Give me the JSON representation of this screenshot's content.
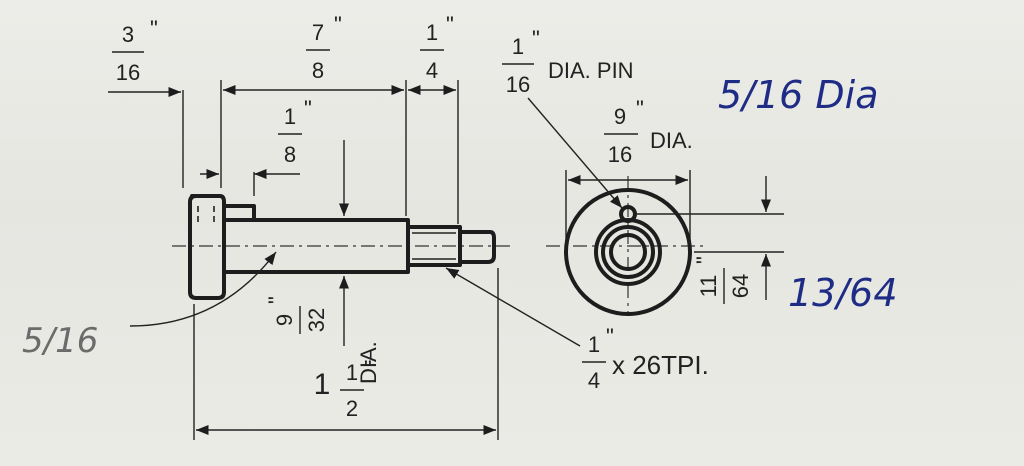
{
  "dims": {
    "head_width": {
      "num": "3",
      "den": "16",
      "mark": "\""
    },
    "shank_length": {
      "num": "7",
      "den": "8",
      "mark": "\""
    },
    "thread_length": {
      "num": "1",
      "den": "4",
      "mark": "\""
    },
    "pin_offset": {
      "num": "1",
      "den": "8",
      "mark": "\""
    },
    "shank_dia": {
      "num": "9",
      "den": "32",
      "mark": "\"",
      "suffix": "DIA."
    },
    "overall_length": {
      "whole": "1",
      "num": "1",
      "den": "2",
      "mark": "\""
    },
    "thread": {
      "num": "1",
      "den": "4",
      "mark": "\"",
      "suffix": "x 26TPI."
    },
    "pin": {
      "num": "1",
      "den": "16",
      "mark": "\"",
      "suffix": "DIA. PIN"
    },
    "head_dia": {
      "num": "9",
      "den": "16",
      "mark": "\"",
      "suffix": "DIA."
    },
    "pin_height": {
      "num": "11",
      "den": "64",
      "mark": "\""
    }
  },
  "handwritten": {
    "top_right": "5/16 Dia",
    "right": "13/64",
    "left": "5/16"
  },
  "colors": {
    "ink": "#1d1d1d",
    "pen_blue": "#1f2c86",
    "pencil": "#6b6b6b",
    "paper": "#e9e9e5"
  }
}
